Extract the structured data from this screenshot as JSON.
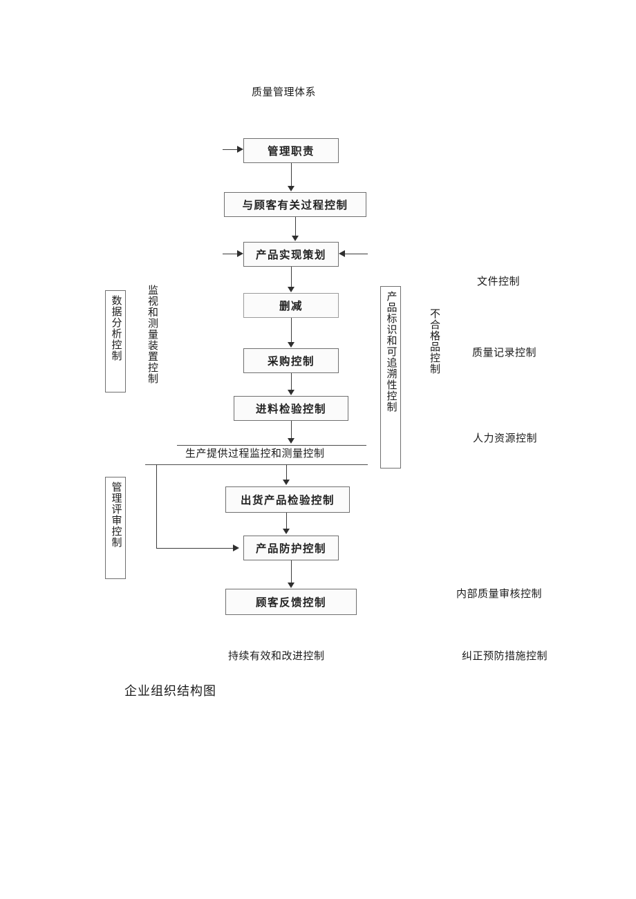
{
  "document": {
    "top_title": "质量管理体系",
    "bottom_title": "企业组织结构图"
  },
  "flow_nodes": [
    {
      "id": "management-responsibility",
      "label": "管理职责"
    },
    {
      "id": "customer-related-process-control",
      "label": "与顾客有关过程控制"
    },
    {
      "id": "product-realization-planning",
      "label": "产品实现策划"
    },
    {
      "id": "deletion",
      "label": "删减"
    },
    {
      "id": "purchasing-control",
      "label": "采购控制"
    },
    {
      "id": "incoming-inspection-control",
      "label": "进料检验控制"
    },
    {
      "id": "outgoing-product-inspection-control",
      "label": "出货产品检验控制"
    },
    {
      "id": "product-preservation-control",
      "label": "产品防护控制"
    },
    {
      "id": "customer-feedback-control",
      "label": "顾客反馈控制"
    }
  ],
  "band": {
    "label": "生产提供过程监控和测量控制"
  },
  "left_labels": [
    {
      "id": "monitoring-measuring-device-control",
      "label": "监视和测量装置控制",
      "boxed": false
    },
    {
      "id": "data-analysis-control",
      "label": "数据分析控制",
      "boxed": true
    },
    {
      "id": "management-review-control",
      "label": "管理评审控制",
      "boxed": true
    }
  ],
  "right_vertical_labels": [
    {
      "id": "product-identification-traceability-control",
      "label": "产品标识和可追溯性控制",
      "boxed": true
    },
    {
      "id": "nonconforming-product-control",
      "label": "不合格品控制",
      "boxed": false
    }
  ],
  "right_labels": [
    {
      "id": "document-control",
      "label": "文件控制"
    },
    {
      "id": "quality-record-control",
      "label": "质量记录控制"
    },
    {
      "id": "human-resource-control",
      "label": "人力资源控制"
    },
    {
      "id": "internal-quality-audit-control",
      "label": "内部质量审核控制"
    },
    {
      "id": "corrective-preventive-action-control",
      "label": "纠正预防措施控制"
    }
  ],
  "bottom_labels": [
    {
      "id": "continual-effectiveness-improvement-control",
      "label": "持续有效和改进控制"
    }
  ],
  "colors": {
    "ink": "#1b1b1b",
    "box_border": "#6e6e6e",
    "connector": "#3a3a3a",
    "page_background": "#ffffff"
  }
}
